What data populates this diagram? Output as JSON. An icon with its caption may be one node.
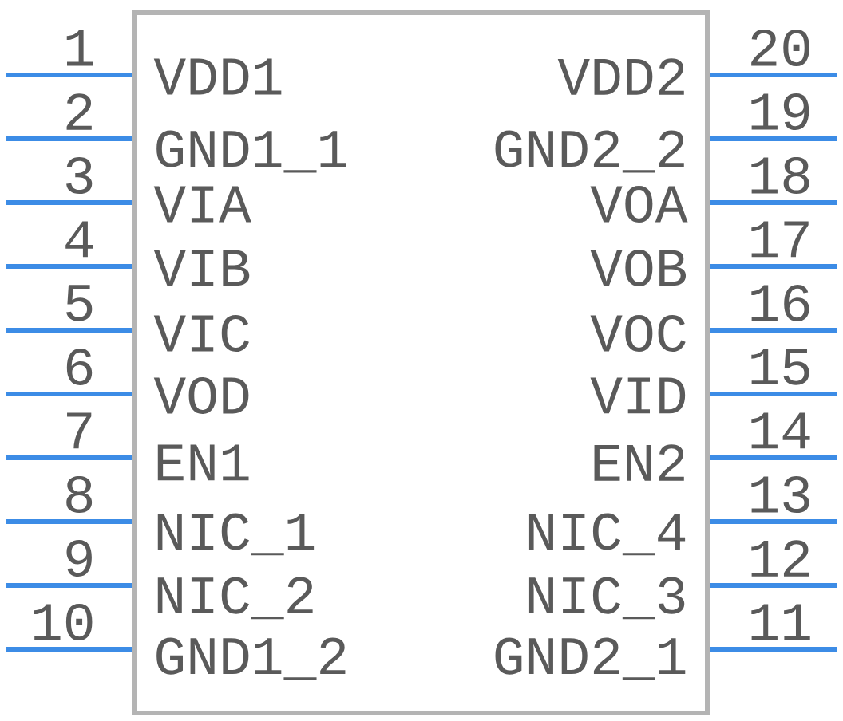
{
  "diagram": {
    "nodes": [
      {
        "text": [
          "VDD1",
          "VDD2",
          "GND1_1",
          "GND2_2",
          "VIA",
          "VOA",
          "VIB",
          "VOB",
          "VIC",
          "VOC",
          "VOD",
          "VID",
          "EN1",
          "EN2",
          "NIC_1",
          "NIC_4",
          "NIC_2",
          "NIC_3",
          "GND1_2",
          "GND2_1"
        ]
      }
    ],
    "labels": [
      "1",
      "20",
      "2",
      "19",
      "3",
      "18",
      "4",
      "17",
      "5",
      "16",
      "6",
      "15",
      "7",
      "14",
      "8",
      "13",
      "9",
      "12",
      "10",
      "11"
    ]
  }
}
